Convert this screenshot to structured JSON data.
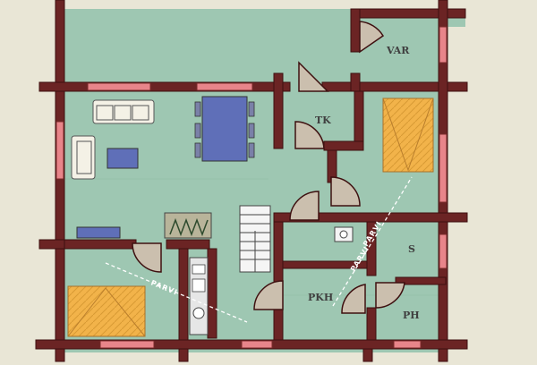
{
  "plan": {
    "colors": {
      "background": "#e9e6d6",
      "floor": "#9ec7b2",
      "wall": "#6b2424",
      "wall_edge": "#3e1010",
      "window": "#e8858a",
      "door_arc": "#cbbfae",
      "bed": "#f2b34a",
      "sofa": "#f4f1e6",
      "table": "#5f6fb8",
      "stair": "#f5f5f5",
      "dashed_line": "#ffffff"
    },
    "rooms": {
      "var": "VAR",
      "tk": "TK",
      "s": "S",
      "pkh": "PKH",
      "ph": "PH"
    },
    "annotations": {
      "parvi_left": "PARVI",
      "parvi_center": "PARVI",
      "parvi_right": "PARVI"
    },
    "icons": {
      "sofa": "sofa-icon",
      "armchair": "armchair-icon",
      "table": "dining-table-icon",
      "bed": "bed-icon",
      "stairs": "stairs-icon",
      "kitchen": "kitchen-counter-icon",
      "plant": "plant-icon",
      "sink": "sink-icon"
    }
  }
}
